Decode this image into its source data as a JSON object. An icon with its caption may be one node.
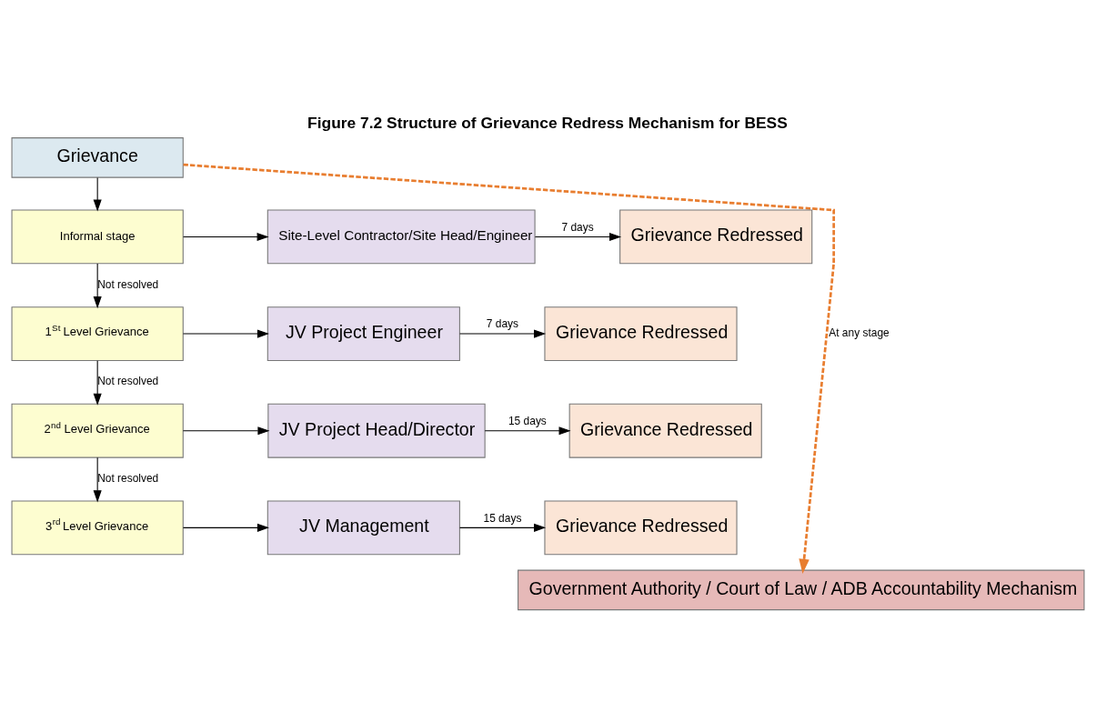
{
  "diagram": {
    "title": "Figure 7.2 Structure of Grievance Redress Mechanism for BESS",
    "nodes": [
      {
        "text": [
          "Grievance"
        ]
      },
      {
        "text": [
          "Informal stage"
        ]
      },
      {
        "text": [
          "1$^{St}$ Level Grievance"
        ]
      },
      {
        "text": [
          "2$^{nd}$ Level Grievance"
        ]
      },
      {
        "text": [
          "3$^{rd}$ Level Grievance"
        ]
      },
      {
        "text": [
          "Site-Level Contractor/Site Head/Engineer"
        ]
      },
      {
        "text": [
          "JV Project Engineer"
        ]
      },
      {
        "text": [
          "JV Project Head/Director"
        ]
      },
      {
        "text": [
          "JV Management"
        ]
      },
      {
        "text": [
          "Grievance Redressed"
        ]
      },
      {
        "text": [
          "Grievance Redressed"
        ]
      },
      {
        "text": [
          "Grievance Redressed"
        ]
      },
      {
        "text": [
          "Grievance Redressed"
        ]
      },
      {
        "text": [
          "Government Authority / Court of Law / ADB Accountability Mechanism"
        ]
      }
    ],
    "edges": [
      {
        "from": 0,
        "to": 1,
        "arrow": "to"
      },
      {
        "from": 1,
        "to": 2,
        "arrow": "to",
        "label": "Not resolved"
      },
      {
        "from": 2,
        "to": 3,
        "arrow": "to",
        "label": "Not resolved"
      },
      {
        "from": 3,
        "to": 4,
        "arrow": "to",
        "label": "Not resolved"
      },
      {
        "from": 1,
        "to": 5,
        "arrow": "to"
      },
      {
        "from": 2,
        "to": 6,
        "arrow": "to"
      },
      {
        "from": 3,
        "to": 7,
        "arrow": "to"
      },
      {
        "from": 4,
        "to": 8,
        "arrow": "to"
      },
      {
        "from": 5,
        "to": 9,
        "arrow": "to",
        "label": "7 days"
      },
      {
        "from": 6,
        "to": 10,
        "arrow": "to",
        "label": "7 days"
      },
      {
        "from": 7,
        "to": 11,
        "arrow": "to",
        "label": "15 days"
      },
      {
        "from": 8,
        "to": 12,
        "arrow": "to",
        "label": "15 days"
      },
      {
        "from": 0,
        "to": 13,
        "arrow": "to",
        "label": "At any stage",
        "style": "dashed",
        "color": "#e87d2f"
      }
    ]
  }
}
